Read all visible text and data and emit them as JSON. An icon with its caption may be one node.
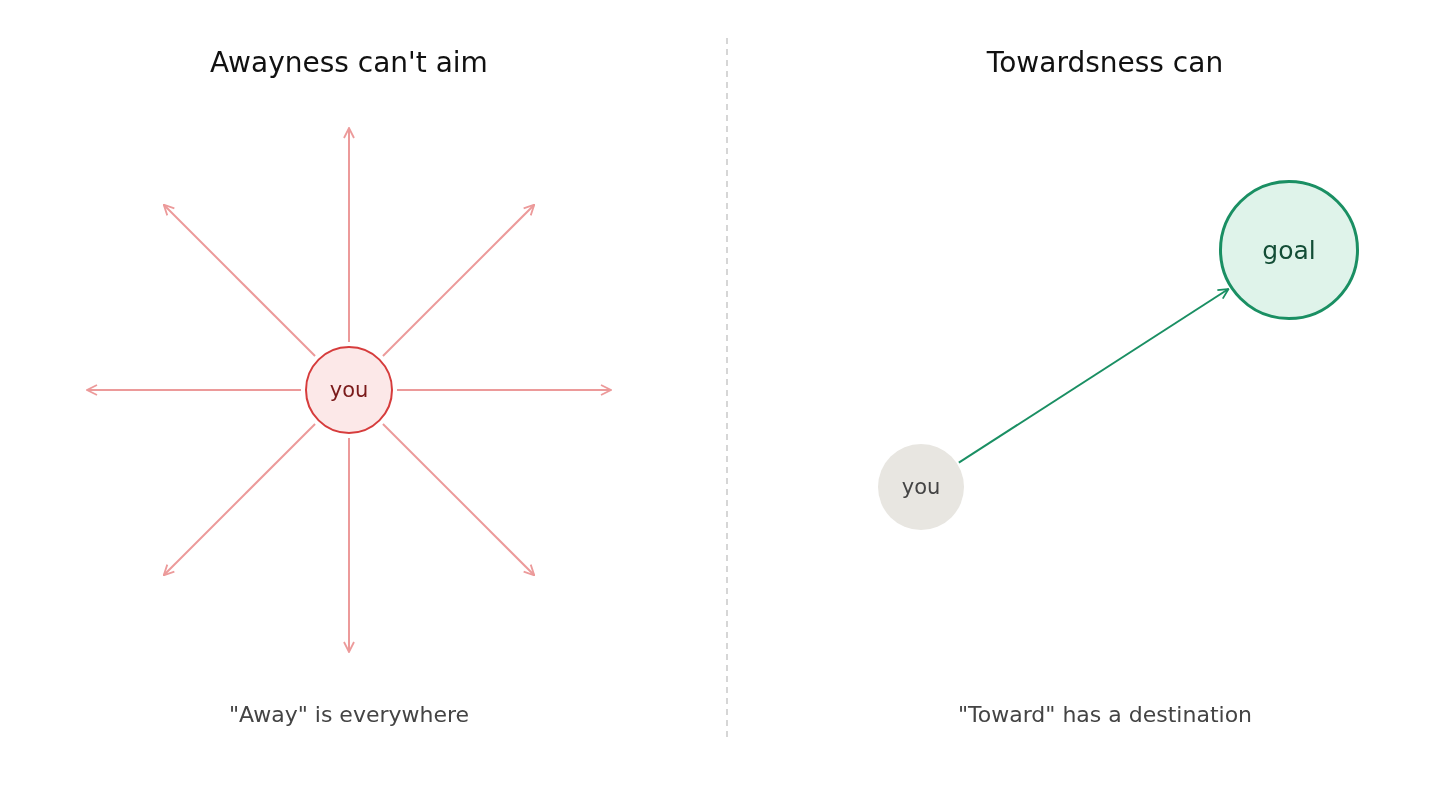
{
  "diagram": {
    "nodes": [
      {
        "text": [
          "you"
        ]
      },
      {
        "text": [
          "you"
        ]
      },
      {
        "text": [
          "goal"
        ]
      }
    ],
    "edges": [
      {
        "from": 0,
        "to": null,
        "arrow": "to"
      },
      {
        "from": 0,
        "to": null,
        "arrow": "to"
      },
      {
        "from": 0,
        "to": null,
        "arrow": "to"
      },
      {
        "from": 0,
        "to": null,
        "arrow": "to"
      },
      {
        "from": 0,
        "to": null,
        "arrow": "to"
      },
      {
        "from": 0,
        "to": null,
        "arrow": "to"
      },
      {
        "from": 0,
        "to": null,
        "arrow": "to"
      },
      {
        "from": 0,
        "to": null,
        "arrow": "to"
      },
      {
        "from": 1,
        "to": 2,
        "arrow": "to",
        "color": "#1a8f63"
      }
    ],
    "labels": [
      "Awayness can't aim",
      "Towardsness can",
      "\"Away\" is everywhere",
      "\"Toward\" has a destination"
    ]
  }
}
